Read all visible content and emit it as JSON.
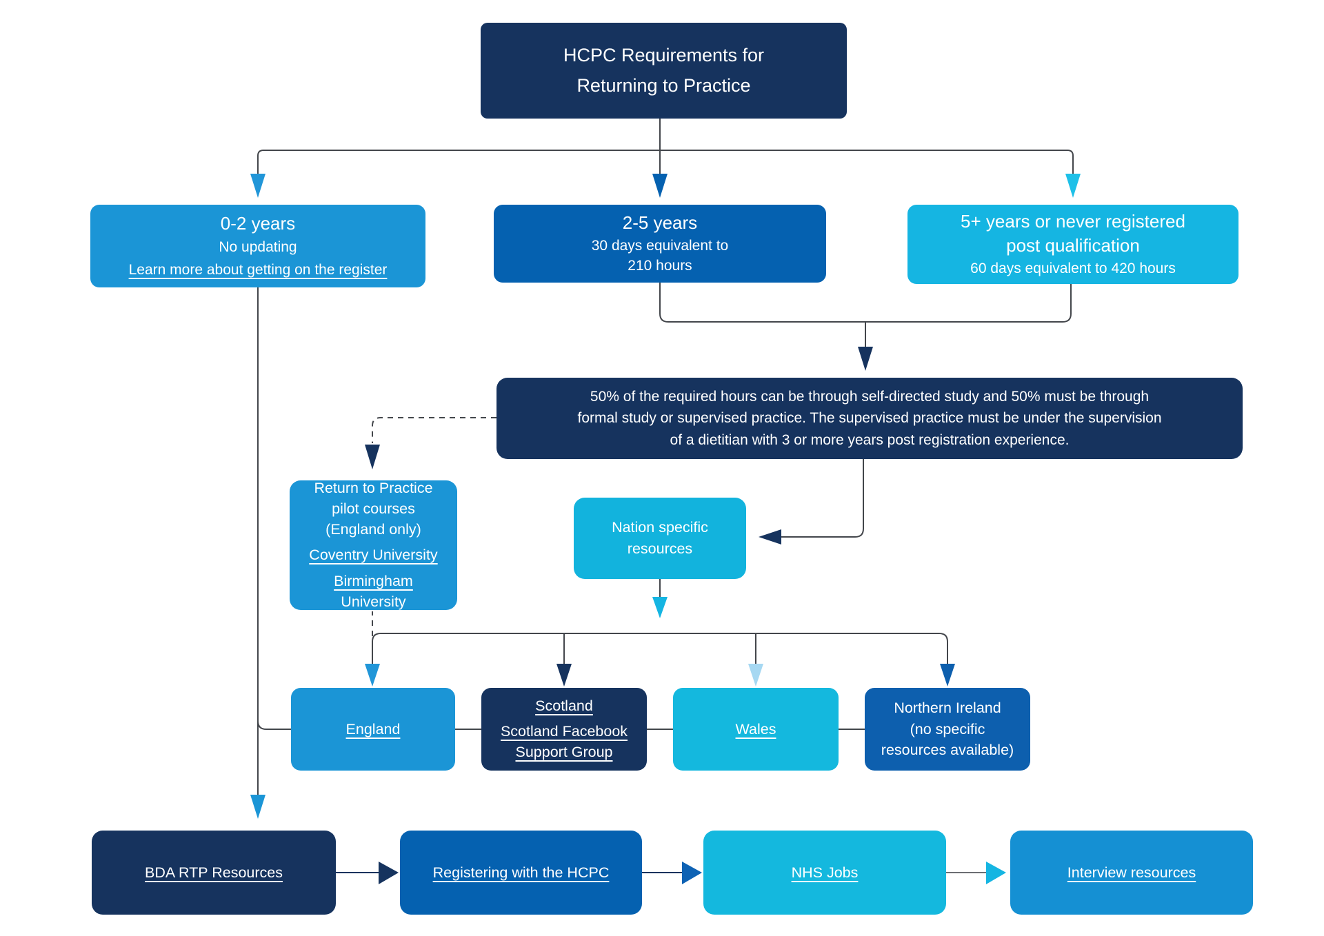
{
  "diagram": {
    "title": "HCPC Requirements for\nReturning to Practice",
    "tier1": {
      "years_0_2": {
        "heading": "0-2 years",
        "note": "No updating",
        "link": "Learn more about getting on the register"
      },
      "years_2_5": {
        "heading": "2-5 years",
        "note": "30 days equivalent to\n210 hours"
      },
      "years_5_plus": {
        "heading": "5+ years or never registered\npost qualification",
        "note": "60 days equivalent to 420 hours"
      }
    },
    "requirements_note": "50% of the required hours can be through self-directed study and 50% must be through\nformal study or supervised practice. The supervised practice must be under the supervision\nof a dietitian with 3 or more years post registration experience.",
    "pilot_courses": {
      "heading": "Return to Practice\npilot courses\n(England only)",
      "links": [
        "Coventry University",
        "Birmingham University"
      ]
    },
    "nation_resources_label": "Nation specific\nresources",
    "nations": {
      "england": {
        "link": "England"
      },
      "scotland": {
        "link_scotland": "Scotland",
        "link_group": "Scotland Facebook\nSupport Group"
      },
      "wales": {
        "link": "Wales"
      },
      "northern_ireland": {
        "label": "Northern Ireland\n(no specific\nresources available)"
      }
    },
    "resources_flow": {
      "bda": "BDA RTP Resources",
      "hcpc": "Registering with the HCPC",
      "nhs": "NHS Jobs",
      "interview": "Interview resources"
    },
    "colors": {
      "navy": "#16335E",
      "blue": "#1B95D6",
      "dark_blue": "#0561B0",
      "cyan": "#15B5E2",
      "northern_ireland_blue": "#0D5FAE",
      "interview_blue": "#1590D3",
      "pale_blue_arrow": "#A6D8F2",
      "connector_gray": "#43464B"
    }
  }
}
